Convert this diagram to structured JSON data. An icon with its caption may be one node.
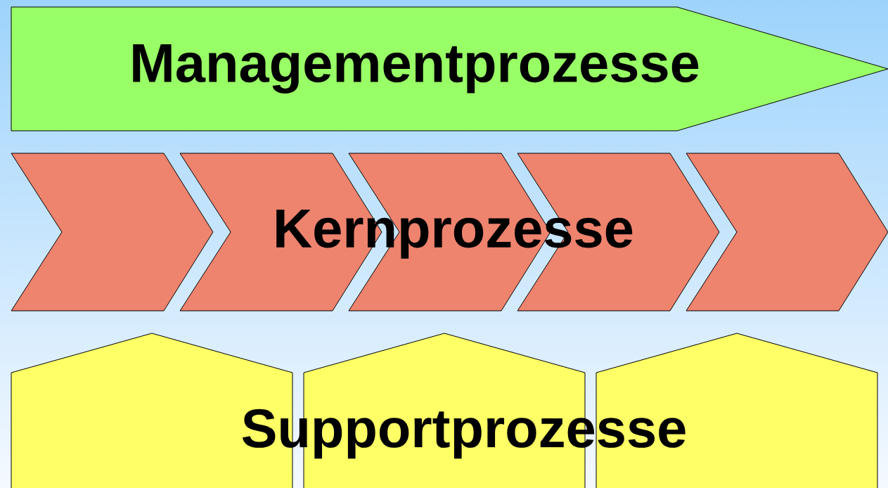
{
  "diagram": {
    "nodes": [
      {
        "text": [
          "Managementprozesse"
        ]
      },
      {
        "text": [],
        "shape": "chevron"
      },
      {
        "text": [],
        "shape": "chevron"
      },
      {
        "text": [],
        "shape": "chevron"
      },
      {
        "text": [],
        "shape": "chevron"
      },
      {
        "text": [],
        "shape": "chevron"
      },
      {
        "text": [],
        "shape": "pentagon"
      },
      {
        "text": [],
        "shape": "pentagon"
      },
      {
        "text": [],
        "shape": "pentagon"
      }
    ],
    "labels": [
      "Kernprozesse",
      "Supportprozesse"
    ]
  }
}
